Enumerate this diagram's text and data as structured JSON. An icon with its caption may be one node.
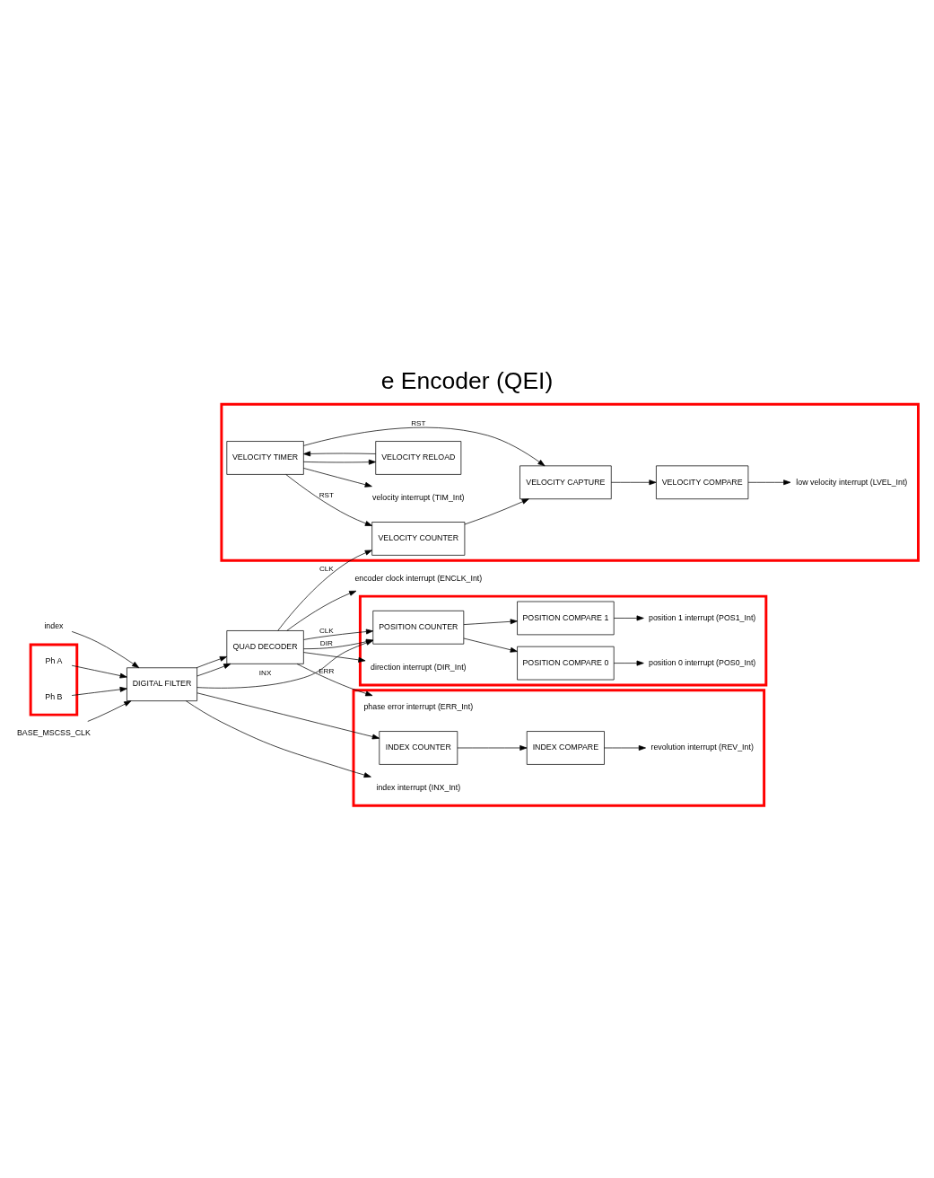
{
  "diagram": {
    "title": "e Encoder (QEI)",
    "nodes": [
      {
        "text": [
          "index"
        ]
      },
      {
        "text": [],
        "shape": "box"
      },
      {
        "text": [
          "Ph A"
        ],
        "in": 1
      },
      {
        "text": [
          "Ph B"
        ],
        "in": 1
      },
      {
        "text": [
          "BASE_MSCSS_CLK"
        ]
      },
      {
        "text": [
          "DIGITAL FILTER"
        ]
      },
      {
        "text": [
          "QUAD DECODER"
        ]
      },
      {
        "text": [],
        "shape": "box"
      },
      {
        "text": [
          "VELOCITY TIMER"
        ],
        "in": 7
      },
      {
        "text": [
          "velocity interrupt (TIM_Int)"
        ],
        "in": 7
      },
      {
        "text": [
          "VELOCITY RELOAD"
        ],
        "in": 7
      },
      {
        "text": [
          "VELOCITY COMPARE"
        ],
        "in": 7
      },
      {
        "text": [
          "low velocity interrupt (LVEL_Int)"
        ],
        "in": 7
      },
      {
        "text": [
          "VELOCITY CAPTURE"
        ],
        "in": 7
      },
      {
        "text": [
          "VELOCITY COUNTER"
        ],
        "in": 7
      },
      {
        "text": [
          "encoder clock interrupt (ENCLK_Int)"
        ]
      },
      {
        "text": [],
        "shape": "box"
      },
      {
        "text": [
          "POSITION COMPARE 0"
        ],
        "in": 16
      },
      {
        "text": [
          "position 0 interrupt (POS0_Int)"
        ],
        "in": 16
      },
      {
        "text": [
          "POSITION COUNTER"
        ],
        "in": 16
      },
      {
        "text": [
          "POSITION COMPARE 1"
        ],
        "in": 16
      },
      {
        "text": [
          "position 1 interrupt (POS1_Int)"
        ],
        "in": 16
      },
      {
        "text": [
          "direction interrupt (DIR_Int)"
        ],
        "in": 16
      },
      {
        "text": [],
        "shape": "box"
      },
      {
        "text": [
          "INDEX COUNTER"
        ],
        "in": 23
      },
      {
        "text": [
          "INDEX COMPARE"
        ],
        "in": 23
      },
      {
        "text": [
          "revolution interrupt (REV_Int)"
        ],
        "in": 23
      },
      {
        "text": [
          "index interrupt (INX_Int)"
        ],
        "in": 23
      },
      {
        "text": [
          "phase error interrupt (ERR_Int)"
        ],
        "in": 23
      }
    ],
    "edges": [
      {
        "from": 0,
        "to": 5,
        "arrow": "to"
      },
      {
        "from": 2,
        "to": 5,
        "arrow": "to"
      },
      {
        "from": 3,
        "to": 5,
        "arrow": "to"
      },
      {
        "from": 4,
        "to": 5,
        "arrow": "to"
      },
      {
        "from": 5,
        "to": 6,
        "arrow": "to"
      },
      {
        "from": 5,
        "to": 6,
        "arrow": "to"
      },
      {
        "from": 8,
        "to": 9,
        "arrow": "to"
      },
      {
        "from": 8,
        "to": 10,
        "arrow": "to"
      },
      {
        "from": 8,
        "to": 13,
        "arrow": "to",
        "label": "RST"
      },
      {
        "from": 8,
        "to": 14,
        "arrow": "to",
        "label": "RST"
      },
      {
        "from": 10,
        "to": 8,
        "arrow": "to"
      },
      {
        "from": 11,
        "to": 12,
        "arrow": "to"
      },
      {
        "from": 13,
        "to": 11,
        "arrow": "to"
      },
      {
        "from": 14,
        "to": 13,
        "arrow": "to"
      },
      {
        "from": 6,
        "to": 14,
        "arrow": "to",
        "label": "CLK"
      },
      {
        "from": 6,
        "to": 15,
        "arrow": "to"
      },
      {
        "from": 6,
        "to": 19,
        "arrow": "to",
        "label": "CLK"
      },
      {
        "from": 6,
        "to": 19,
        "arrow": "to",
        "label": "DIR"
      },
      {
        "from": 5,
        "to": 19,
        "arrow": "to",
        "label": "INX"
      },
      {
        "from": 19,
        "to": 17,
        "arrow": "to"
      },
      {
        "from": 17,
        "to": 18,
        "arrow": "to"
      },
      {
        "from": 19,
        "to": 20,
        "arrow": "to"
      },
      {
        "from": 20,
        "to": 21,
        "arrow": "to"
      },
      {
        "from": 6,
        "to": 22,
        "arrow": "to"
      },
      {
        "from": 5,
        "to": 24,
        "arrow": "to"
      },
      {
        "from": 24,
        "to": 25,
        "arrow": "to"
      },
      {
        "from": 25,
        "to": 26,
        "arrow": "to"
      },
      {
        "from": 5,
        "to": 27,
        "arrow": "to"
      },
      {
        "from": 6,
        "to": 28,
        "arrow": "to",
        "label": "ERR"
      }
    ]
  }
}
